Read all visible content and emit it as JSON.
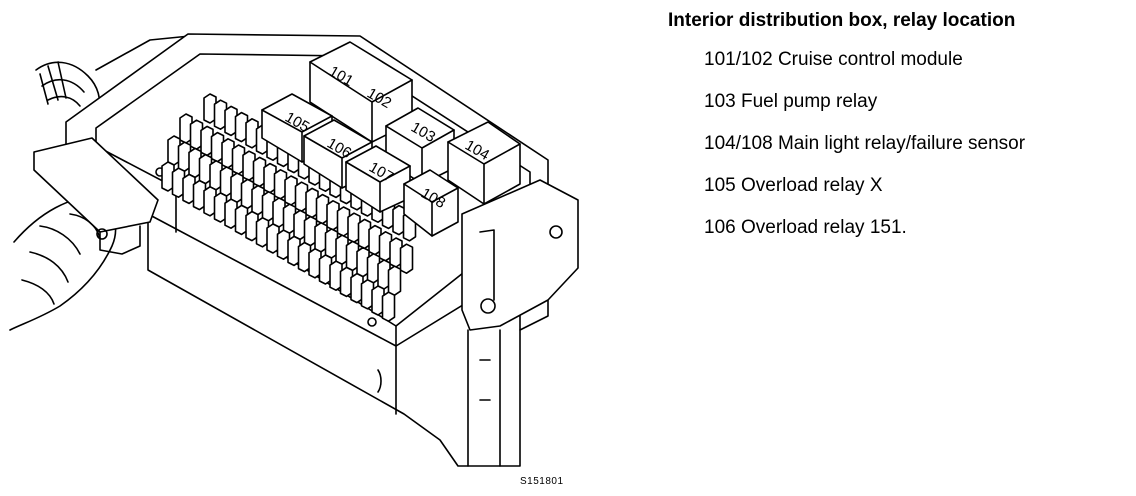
{
  "title": "Interior distribution box, relay location",
  "legend": [
    "101/102 Cruise control module",
    "103 Fuel pump relay",
    "104/108 Main light relay/failure sensor",
    "105 Overload relay X",
    "106 Overload relay 151."
  ],
  "relay_labels": {
    "r101": "101",
    "r102": "102",
    "r103": "103",
    "r104": "104",
    "r105": "105",
    "r106": "106",
    "r107": "107",
    "r108": "108"
  },
  "figure_code": "S151801"
}
